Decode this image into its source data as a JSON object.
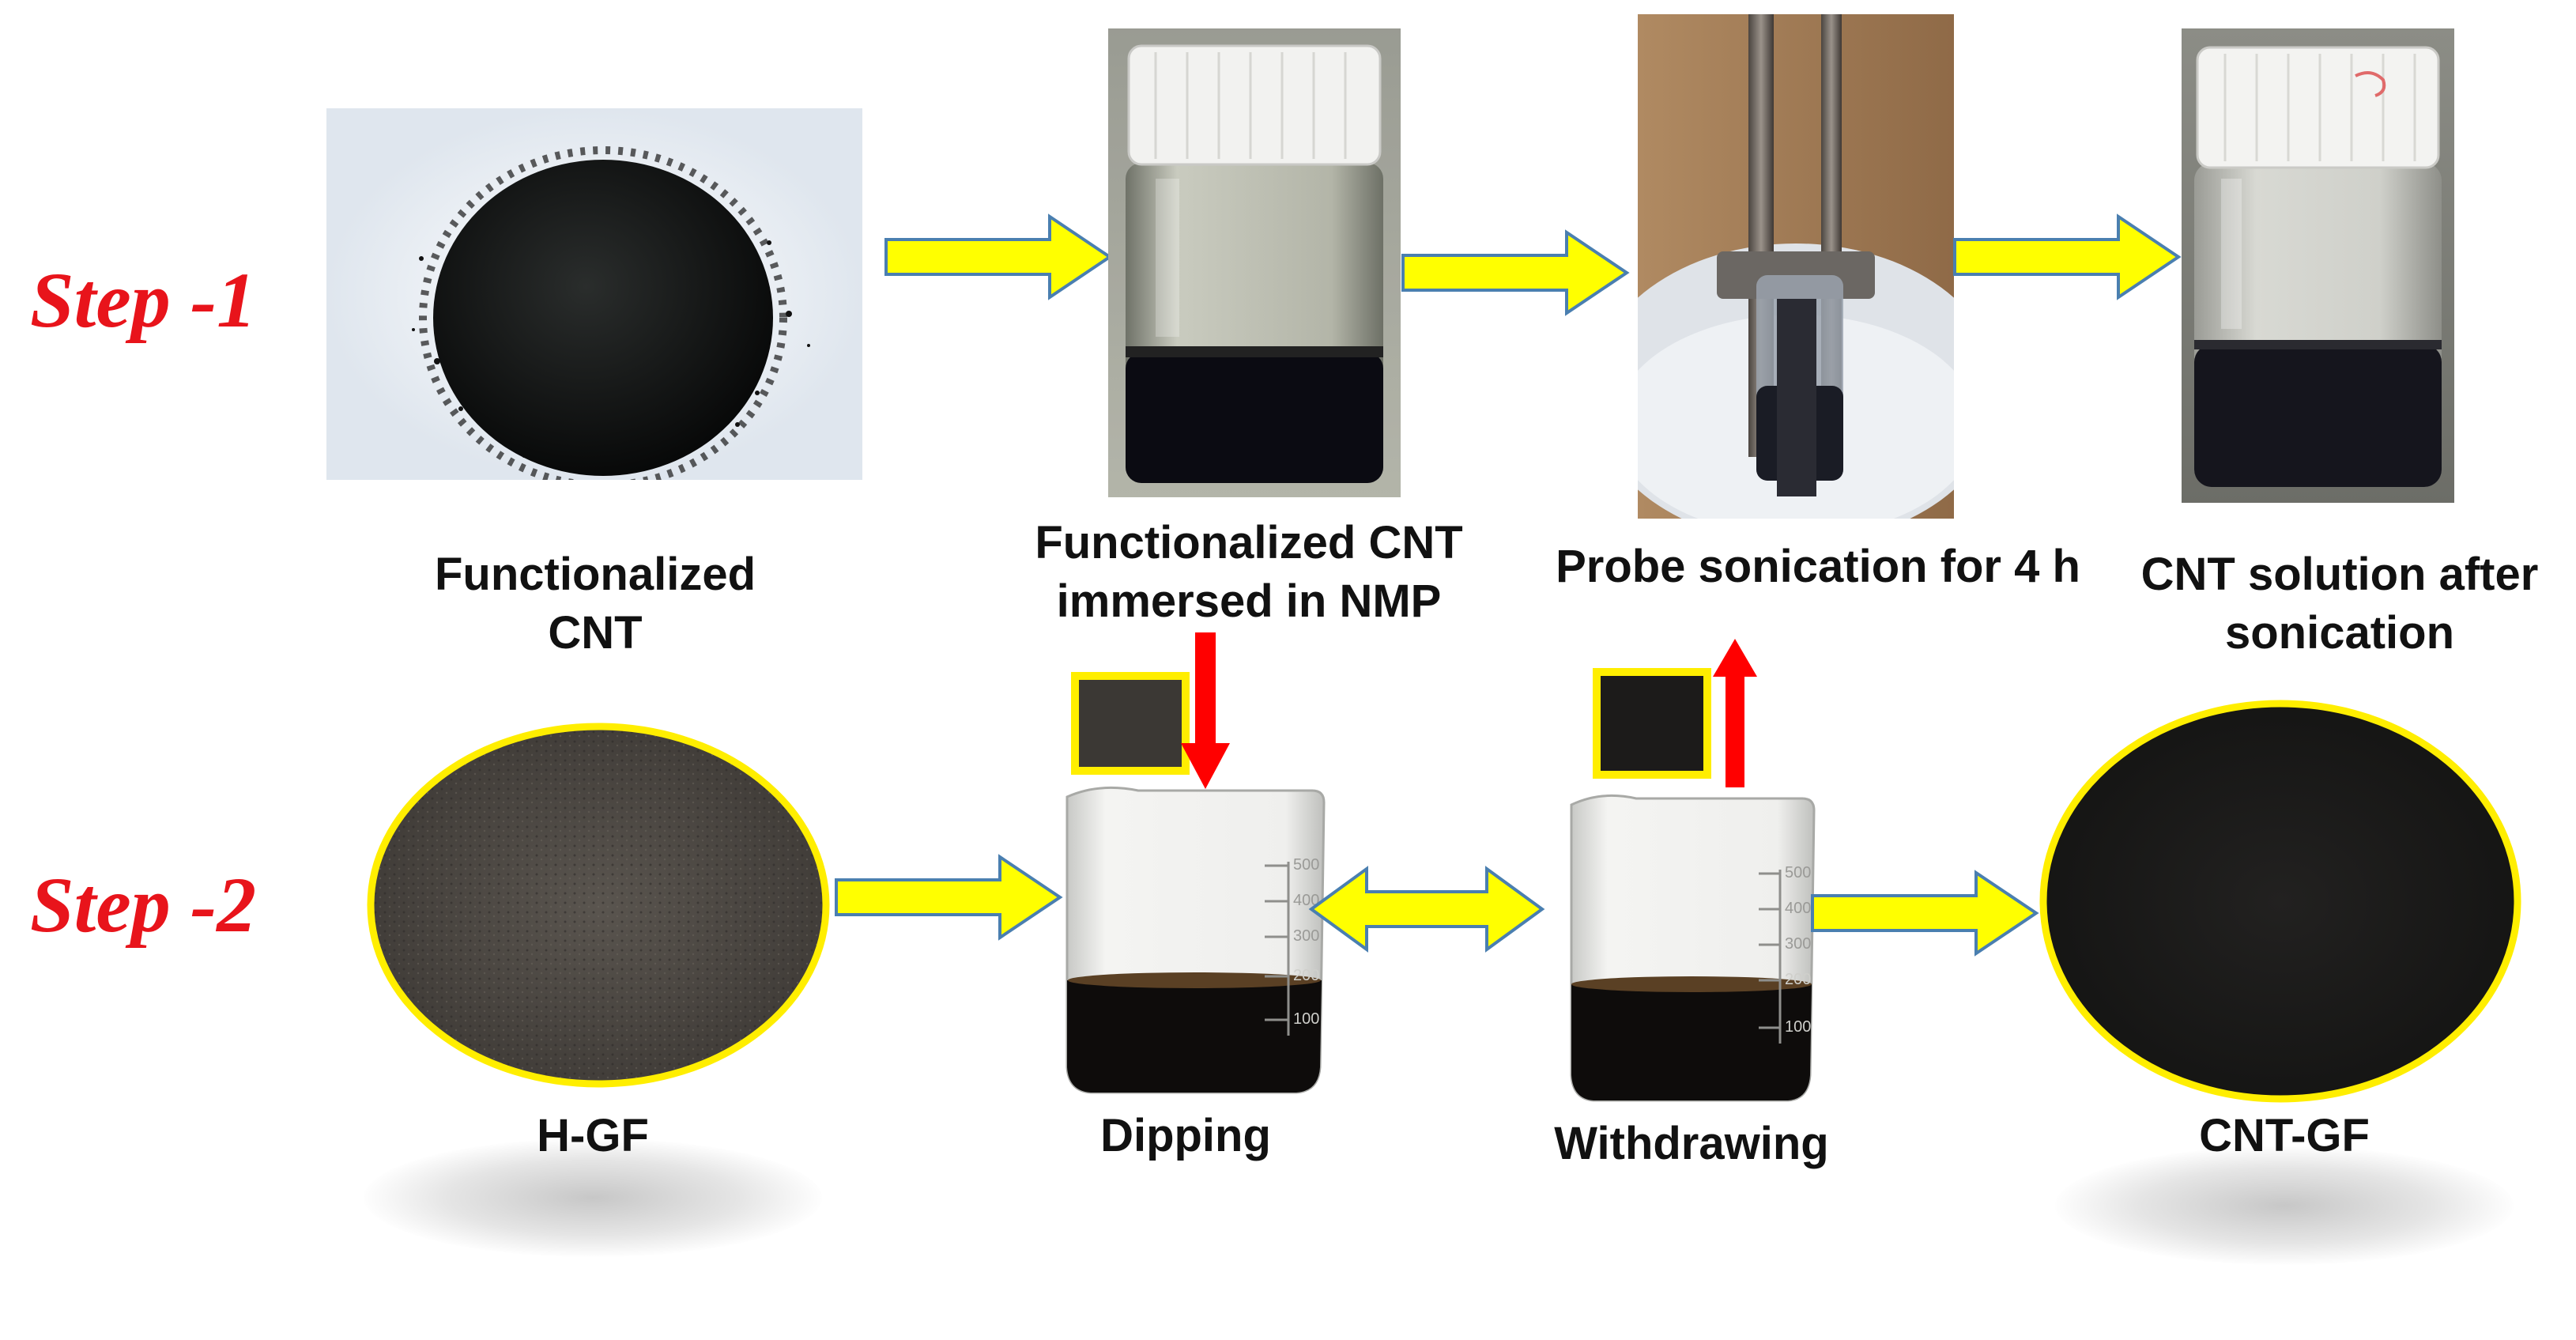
{
  "steps": {
    "step1": "Step -1",
    "step2": "Step -2"
  },
  "labels": {
    "functionalized_cnt": [
      "Functionalized",
      "CNT"
    ],
    "cnt_in_nmp": [
      "Functionalized CNT",
      "immersed in NMP"
    ],
    "probe_sonication": "Probe sonication for 4 h",
    "cnt_solution": [
      "CNT solution after",
      "sonication"
    ],
    "hgf": "H-GF",
    "dipping": "Dipping",
    "withdrawing": "Withdrawing",
    "cntgf": "CNT-GF"
  },
  "beaker_marks": [
    "500",
    "400",
    "300",
    "200",
    "100"
  ],
  "colors": {
    "step_red": "#e8141b",
    "arrow_yellow": "#ffff00",
    "arrow_outline": "#4a7fb0",
    "frame_yellow": "#ffee00",
    "motion_arrow_red": "#ff0000"
  },
  "icons": {
    "flow_arrow": "right-arrow-icon",
    "double_arrow": "double-arrow-icon",
    "dip_arrow": "down-arrow-icon",
    "withdraw_arrow": "up-arrow-icon"
  }
}
